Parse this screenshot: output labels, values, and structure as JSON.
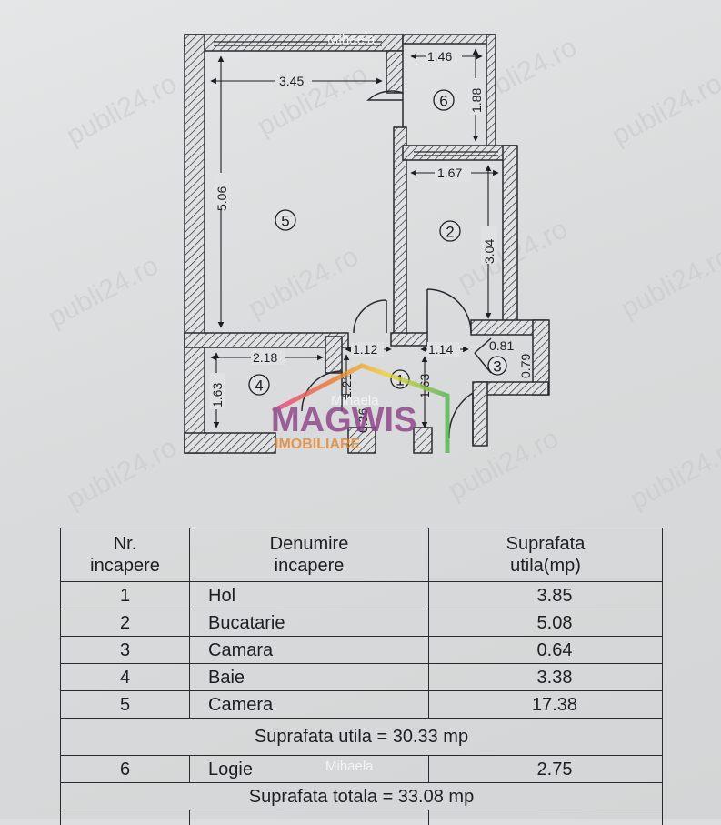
{
  "watermark": {
    "name": "Mihaela",
    "site": "publi24.ro",
    "agency_line1": "MAGWIS",
    "agency_line2": "IMOBILIARE"
  },
  "plan": {
    "rooms": [
      {
        "number": "1"
      },
      {
        "number": "2"
      },
      {
        "number": "3"
      },
      {
        "number": "4"
      },
      {
        "number": "5"
      },
      {
        "number": "6"
      }
    ],
    "dimensions": {
      "room5_width": "3.45",
      "room5_height": "5.06",
      "room6_width": "1.46",
      "room6_height": "1.88",
      "room2_width": "1.67",
      "room2_height": "3.04",
      "room4_width": "2.18",
      "room4_height": "1.63",
      "hall_width_left": "1.12",
      "hall_width_right": "1.14",
      "hall_height_left": "1.21",
      "hall_height_right": "1.63",
      "hall_small": "0.36",
      "room3_width": "0.81",
      "room3_height": "0.79"
    }
  },
  "table": {
    "header": {
      "nr": "Nr.\nincapere",
      "name": "Denumire\nincapere",
      "area": "Suprafata\nutila(mp)"
    },
    "rows": [
      {
        "nr": "1",
        "name": "Hol",
        "area": "3.85"
      },
      {
        "nr": "2",
        "name": "Bucatarie",
        "area": "5.08"
      },
      {
        "nr": "3",
        "name": "Camara",
        "area": "0.64"
      },
      {
        "nr": "4",
        "name": "Baie",
        "area": "3.38"
      },
      {
        "nr": "5",
        "name": "Camera",
        "area": "17.38"
      }
    ],
    "useful_total": "Suprafata utila = 30.33 mp",
    "loggia_row": {
      "nr": "6",
      "name": "Logie",
      "area": "2.75"
    },
    "grand_total": "Suprafata totala = 33.08 mp"
  }
}
